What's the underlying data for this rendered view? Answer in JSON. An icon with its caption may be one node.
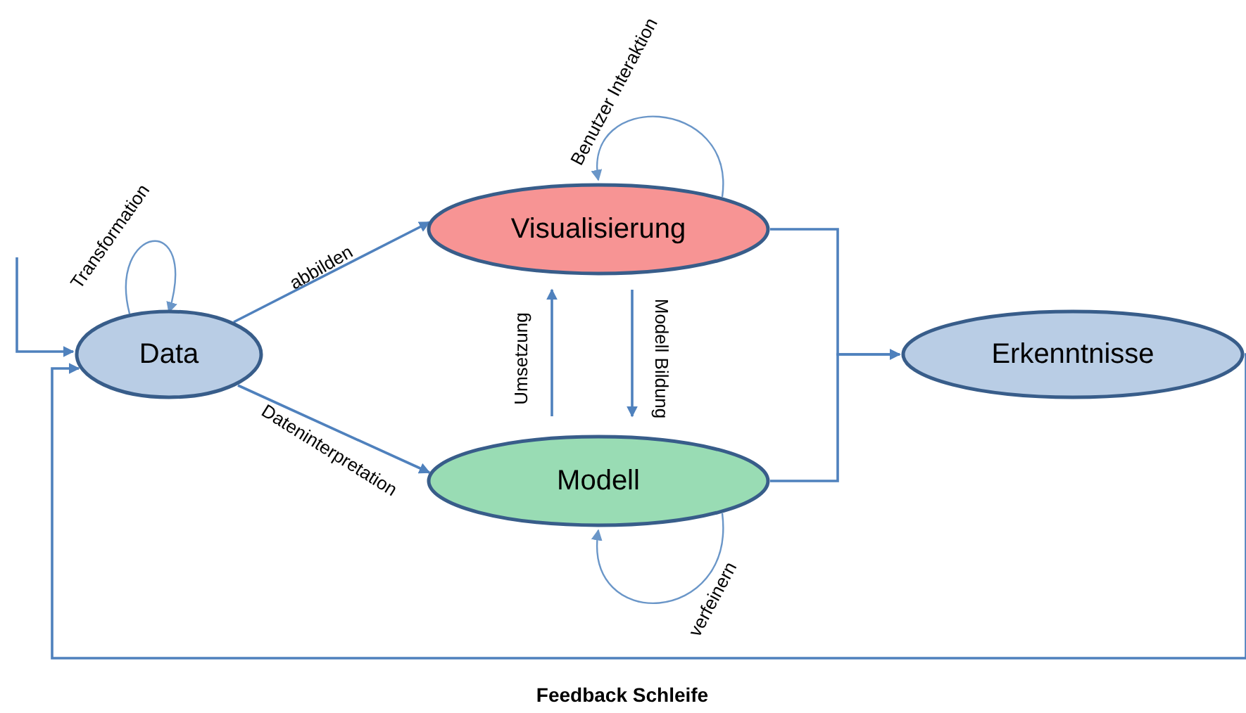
{
  "diagram": {
    "nodes": [
      {
        "text": [
          "Data"
        ]
      },
      {
        "text": [
          "Visualisierung"
        ]
      },
      {
        "text": [
          "Modell"
        ]
      },
      {
        "text": [
          "Erkenntnisse"
        ]
      }
    ],
    "edges": [
      {
        "from": 0,
        "to": 0,
        "arrow": "to",
        "label": "Transformation"
      },
      {
        "from": 0,
        "to": 1,
        "arrow": "to",
        "label": "abbilden"
      },
      {
        "from": 0,
        "to": 2,
        "arrow": "to",
        "label": "Dateninterpretation"
      },
      {
        "from": 1,
        "to": 1,
        "arrow": "to",
        "label": "Benutzer Interaktion"
      },
      {
        "from": 2,
        "to": 1,
        "arrow": "to",
        "label": "Umsetzung"
      },
      {
        "from": 1,
        "to": 2,
        "arrow": "to",
        "label": "Modell Bildung"
      },
      {
        "from": 2,
        "to": 2,
        "arrow": "to",
        "label": "verfeinern"
      },
      {
        "from": 1,
        "to": 3,
        "arrow": "to"
      },
      {
        "from": 2,
        "to": 3,
        "arrow": "to"
      },
      {
        "from": null,
        "to": 0,
        "arrow": "to"
      },
      {
        "from": 3,
        "to": 0,
        "arrow": "to",
        "label": "Feedback Schleife"
      }
    ]
  }
}
